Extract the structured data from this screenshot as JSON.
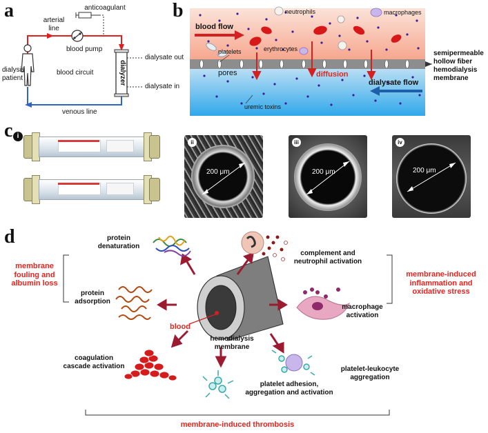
{
  "panels": {
    "a": "a",
    "b": "b",
    "c": "c",
    "d": "d"
  },
  "panel_a": {
    "anticoagulant": "anticoagulant",
    "arterial_line": "arterial\nline",
    "blood_pump": "blood pump",
    "dialysis_patient": "dialysis\npatient",
    "blood_circuit": "blood circuit",
    "dialyzer": "dialyzer",
    "dialysate_out": "dialysate out",
    "dialysate_in": "dialysate in",
    "venous_line": "venous line"
  },
  "panel_b": {
    "blood_flow": "blood flow",
    "neutrophils": "neutrophils",
    "macrophages": "macrophages",
    "erythrocytes": "erythrocytes",
    "platelets": "platelets",
    "pores": "pores",
    "diffusion": "diffusion",
    "dialysate_flow": "dialysate flow",
    "uremic_toxins": "uremic toxins",
    "membrane_label": "semipermeable\nhollow fiber\nhemodialysis\nmembrane"
  },
  "panel_c": {
    "i": "i",
    "ii": "ii",
    "iii": "iii",
    "iv": "iv",
    "scale_ii": "200 μm",
    "scale_iii": "200 μm",
    "scale_iv": "200 μm"
  },
  "panel_d": {
    "protein_denaturation": "protein\ndenaturation",
    "protein_adsorption": "protein\nadsorption",
    "fouling": "membrane\nfouling and\nalbumin loss",
    "complement": "complement and\nneutrophil activation",
    "inflammation": "membrane-induced\ninflammation and\noxidative stress",
    "macrophage": "macrophage\nactivation",
    "blood": "blood",
    "hemodialysis_membrane": "hemodialysis\nmembrane",
    "coagulation": "coagulation\ncascade activation",
    "platelet_leukocyte": "platelet-leukocyte\naggregation",
    "platelet_adhesion": "platelet adhesion,\naggregation and activation",
    "thrombosis": "membrane-induced thrombosis"
  },
  "colors": {
    "red_accent": "#e8221c",
    "blood_flow_arrow": "#d42020",
    "dialysate_arrow": "#1d5fa8",
    "arrow_dark": "#9b1b30",
    "dialysate_blue": "#3aa4e0",
    "plasma": "#f4b3a0"
  }
}
